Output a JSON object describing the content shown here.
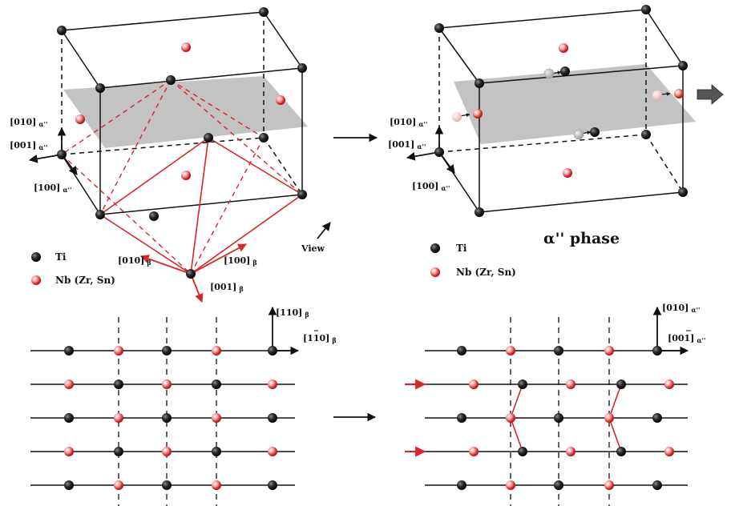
{
  "colors": {
    "ti": "#1a1a1a",
    "nb": "#d9262a",
    "nb_ghost": "#f2a3a4",
    "ti_ghost": "#bdbdbd",
    "plane": "#bdbdbd",
    "red_line": "#d9262a"
  },
  "top_left": {
    "label_010_alpha": "[010]",
    "label_001_alpha": "[001]",
    "label_100_alpha": "[100]",
    "alpha_sub": "α''",
    "label_010_beta": "[010]",
    "label_100_beta": "[100]",
    "label_001_beta": "[001]",
    "beta_sub": "β",
    "view_label": "View",
    "legend_ti": "Ti",
    "legend_nb": "Nb (Zr, Sn)"
  },
  "top_right": {
    "label_010_alpha": "[010]",
    "label_001_alpha": "[001]",
    "label_100_alpha": "[100]",
    "alpha_sub": "α''",
    "phase_label": "α'' phase",
    "legend_ti": "Ti",
    "legend_nb": "Nb (Zr, Sn)"
  },
  "bottom_left": {
    "label_110_beta": "[110]",
    "label_1m10_beta": "[110]",
    "beta_sub": "β",
    "row_pattern": [
      [
        "ti",
        "nb",
        "ti",
        "nb",
        "ti"
      ],
      [
        "nb",
        "ti",
        "nb",
        "ti",
        "nb"
      ],
      [
        "ti",
        "nb",
        "ti",
        "nb",
        "ti"
      ],
      [
        "nb",
        "ti",
        "nb",
        "ti",
        "nb"
      ],
      [
        "ti",
        "nb",
        "ti",
        "nb",
        "ti"
      ]
    ]
  },
  "bottom_right": {
    "label_010_alpha": "[010]",
    "label_00m1_alpha": "[001]",
    "alpha_sub": "α''",
    "row_pattern": [
      [
        "ti",
        "nb",
        "ti",
        "nb",
        "ti"
      ],
      [
        "nb",
        "ti",
        "nb",
        "ti",
        "nb"
      ],
      [
        "ti",
        "nb",
        "ti",
        "nb",
        "ti"
      ],
      [
        "nb",
        "ti",
        "nb",
        "ti",
        "nb"
      ],
      [
        "ti",
        "nb",
        "ti",
        "nb",
        "ti"
      ]
    ]
  }
}
